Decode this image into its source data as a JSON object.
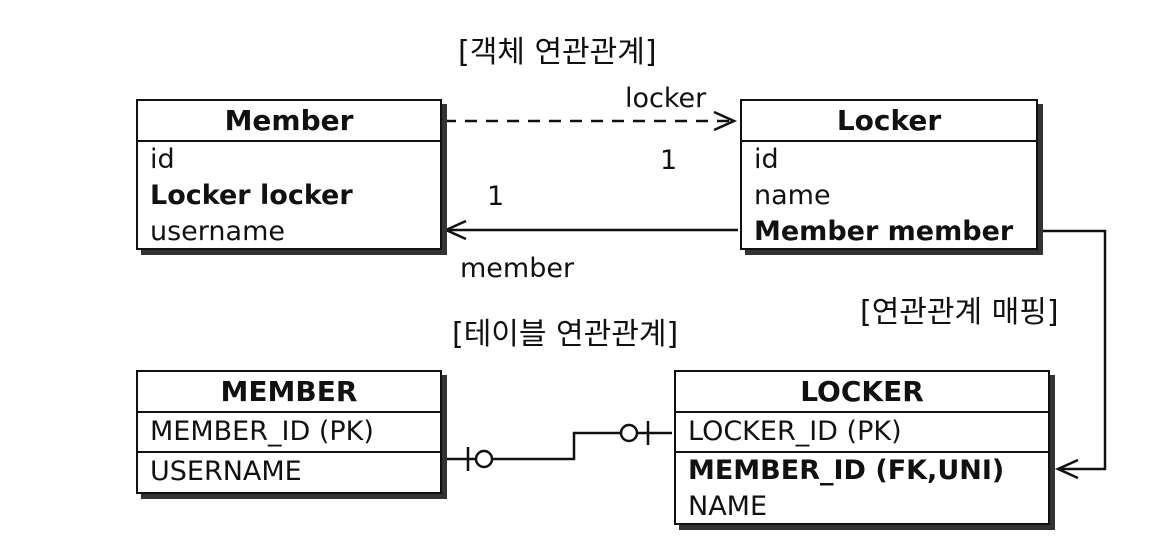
{
  "titles": {
    "object_relation": "[객체 연관관계]",
    "table_relation": "[테이블 연관관계]",
    "mapping": "[연관관계 매핑]"
  },
  "labels": {
    "locker_ref": "locker",
    "member_ref": "member",
    "mult_locker": "1",
    "mult_member": "1"
  },
  "entities": {
    "member_obj": {
      "name": "Member",
      "fields": [
        "id",
        "Locker locker",
        "username"
      ]
    },
    "locker_obj": {
      "name": "Locker",
      "fields": [
        "id",
        "name",
        "Member member"
      ]
    },
    "member_tbl": {
      "name": "MEMBER",
      "fields": [
        "MEMBER_ID (PK)",
        "USERNAME"
      ]
    },
    "locker_tbl": {
      "name": "LOCKER",
      "fields": [
        "LOCKER_ID (PK)",
        "MEMBER_ID (FK,UNI)",
        "NAME"
      ]
    }
  }
}
